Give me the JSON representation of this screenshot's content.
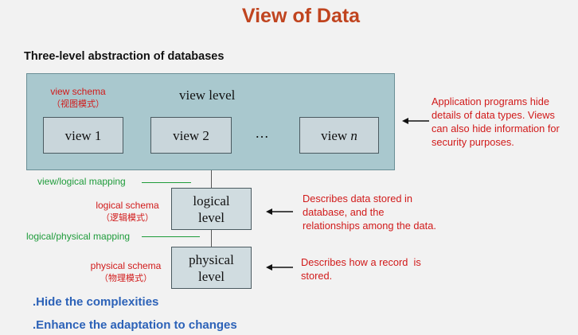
{
  "title": "View of Data",
  "subtitle": "Three-level abstraction of databases",
  "view_level": {
    "schema_label": "view schema",
    "schema_label_cn": "（视图模式）",
    "level_label": "view level",
    "views": [
      "view 1",
      "view 2"
    ],
    "ellipsis": "…",
    "view_n_prefix": "view ",
    "view_n_var": "n",
    "note": [
      "Application programs hide",
      "details of data types.  Views",
      "can also hide information  for",
      "security purposes."
    ]
  },
  "mapping_view_logical": "view/logical mapping",
  "logical_level": {
    "schema_label": "logical schema",
    "schema_label_cn": "（逻辑模式）",
    "box_line1": "logical",
    "box_line2": "level",
    "note": [
      "Describes data stored in",
      "database, and the",
      "relationships among the data."
    ]
  },
  "mapping_logical_physical": "logical/physical mapping",
  "physical_level": {
    "schema_label": "physical schema",
    "schema_label_cn": "（物理模式）",
    "box_line1": "physical",
    "box_line2": "level",
    "note": [
      "Describes how a record  is",
      "stored."
    ]
  },
  "bullets": [
    ".Hide the complexities",
    ".Enhance the adaptation to changes"
  ],
  "colors": {
    "title": "#c0441f",
    "annotation_red": "#d11a1a",
    "mapping_green": "#1e9b3a",
    "bullet_blue": "#2c62b8",
    "outer_box": "#a9c8ce"
  }
}
